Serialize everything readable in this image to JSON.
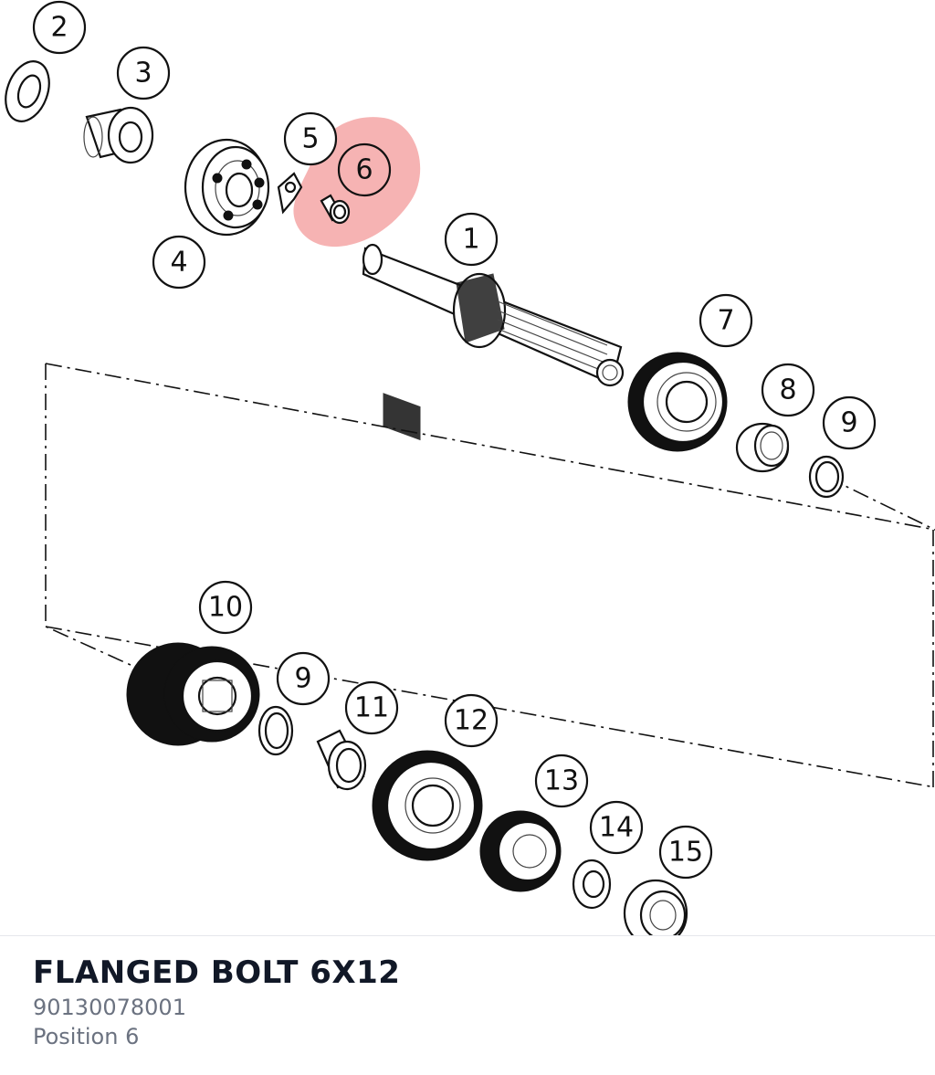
{
  "selected_part": {
    "name": "FLANGED BOLT 6X12",
    "number": "90130078001",
    "position_text": "Position 6",
    "position": "6"
  },
  "highlight_color": "#f08080",
  "callouts": [
    "2",
    "3",
    "5",
    "6",
    "1",
    "4",
    "7",
    "8",
    "9",
    "10",
    "9",
    "11",
    "12",
    "13",
    "14",
    "15"
  ]
}
